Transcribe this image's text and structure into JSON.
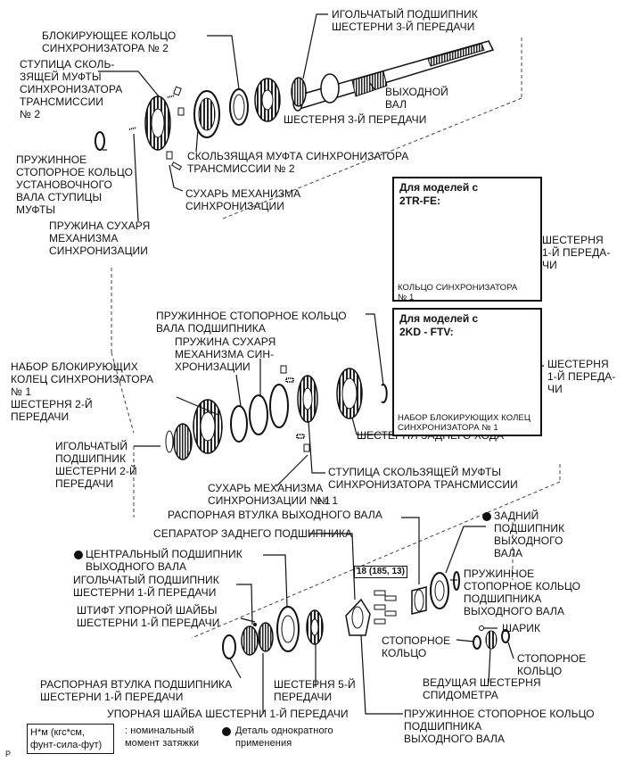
{
  "labels": {
    "needle_bearing_3rd": "ИГОЛЬЧАТЫЙ ПОДШИПНИК\nШЕСТЕРНИ 3-Й ПЕРЕДАЧИ",
    "synchro_ring_2": "БЛОКИРУЮЩЕЕ КОЛЬЦО\nСИНХРОНИЗАТОРА № 2",
    "hub_sleeve_2": "СТУПИЦА СКОЛЬ-\nЗЯЩЕЙ МУФТЫ\nСИНХРОНИЗАТОРА\nТРАНСМИССИИ\n№ 2",
    "output_shaft": "ВЫХОДНОЙ\nВАЛ",
    "gear_3rd": "ШЕСТЕРНЯ 3-Й ПЕРЕДАЧИ",
    "sleeve_2": "СКОЛЬЗЯЩАЯ МУФТА СИНХРОНИЗАТОРА\nТРАНСМИССИИ № 2",
    "snap_ring_hub": "ПРУЖИННОЕ\nСТОПОРНОЕ КОЛЬЦО\nУСТАНОВОЧНОГО\nВАЛА СТУПИЦЫ\nМУФТЫ",
    "key_top": "СУХАРЬ МЕХАНИЗМА\nСИНХРОНИЗАЦИИ",
    "key_spring_top": "ПРУЖИНА СУХАРЯ\nМЕХАНИЗМА\nСИНХРОНИЗАЦИИ",
    "snap_ring_bearing": "ПРУЖИННОЕ СТОПОРНОЕ КОЛЬЦО\nВАЛА ПОДШИПНИКА",
    "key_spring_mid": "ПРУЖИНА СУХАРЯ\nМЕХАНИЗМА СИН-\nХРОНИЗАЦИИ",
    "synchro_ring_set_1": "НАБОР БЛОКИРУЮЩИХ\nКОЛЕЦ СИНХРОНИЗАТОРА\n№ 1",
    "gear_2nd": "ШЕСТЕРНЯ 2-Й\nПЕРЕДАЧИ",
    "needle_bearing_2nd": "ИГОЛЬЧАТЫЙ\nПОДШИПНИК\nШЕСТЕРНИ 2-Й\nПЕРЕДАЧИ",
    "reverse_gear": "ШЕСТЕРНЯ ЗАДНЕГО ХОДА",
    "hub_sleeve_1": "СТУПИЦА СКОЛЬЗЯЩЕЙ МУФТЫ\nСИНХРОНИЗАТОРА ТРАНСМИССИИ",
    "key_mid_a": "СУХАРЬ МЕХАНИЗМА\nСИНХРОНИЗАЦИИ № 1",
    "key_mid_b": "№ 1",
    "spacer_output": "РАСПОРНАЯ ВТУЛКА ВЫХОДНОГО ВАЛА",
    "rear_bearing_retainer": "СЕПАРАТОР ЗАДНЕГО ПОДШИПНИКА",
    "rear_bearing": "ЗАДНИЙ\nПОДШИПНИК\nВЫХОДНОГО\nВАЛА",
    "center_bearing": "ЦЕНТРАЛЬНЫЙ ПОДШИПНИК\nВЫХОДНОГО ВАЛА",
    "needle_bearing_1st": "ИГОЛЬЧАТЫЙ ПОДШИПНИК\nШЕСТЕРНИ 1-Й ПЕРЕДАЧИ",
    "snap_ring_rear_bearing": "ПРУЖИННОЕ\nСТОПОРНОЕ КОЛЬЦО\nПОДШИПНИКА\nВЫХОДНОГО ВАЛА",
    "thrust_pin": "ШТИФТ УПОРНОЙ ШАЙБЫ\nШЕСТЕРНИ 1-Й ПЕРЕДАЧИ",
    "ball": "ШАРИК",
    "snap_ring_a": "СТОПОРНОЕ\nКОЛЬЦО",
    "snap_ring_b": "СТОПОРНОЕ\nКОЛЬЦО",
    "speedo_gear": "ВЕДУЩАЯ ШЕСТЕРНЯ\nСПИДОМЕТРА",
    "gear_5th": "ШЕСТЕРНЯ 5-Й\nПЕРЕДАЧИ",
    "spacer_bearing_1st": "РАСПОРНАЯ ВТУЛКА ПОДШИПНИКА\nШЕСТЕРНИ 1-Й ПЕРЕДАЧИ",
    "thrust_washer_1st": "УПОРНАЯ ШАЙБА ШЕСТЕРНИ 1-Й ПЕРЕДАЧИ",
    "snap_ring_output_bearing": "ПРУЖИННОЕ СТОПОРНОЕ КОЛЬЦО\nПОДШИПНИКА\nВЫХОДНОГО ВАЛА"
  },
  "inset_2tr": {
    "title": "Для моделей с\n2TR-FE:",
    "gear_label": "ШЕСТЕРНЯ\n1-Й ПЕРЕДА-\nЧИ",
    "ring_label": "КОЛЬЦО СИНХРОНИЗАТОРА\n№ 1"
  },
  "inset_2kd": {
    "title": "Для моделей с\n2KD - FTV:",
    "gear_label": "ШЕСТЕРНЯ\n1-Й ПЕРЕДА-\nЧИ",
    "ring_label": "НАБОР БЛОКИРУЮЩИХ КОЛЕЦ\nСИНХРОНИЗАТОРА № 1"
  },
  "torque_spec": "18 (185, 13)",
  "legend": {
    "torque_units": "Н*м (кгс*см,\nфунт-сила-фут)",
    "torque_desc": ": номинальный\nмомент затяжки",
    "single_use_desc": "Деталь однократного\nприменения"
  },
  "page_marker": "P"
}
